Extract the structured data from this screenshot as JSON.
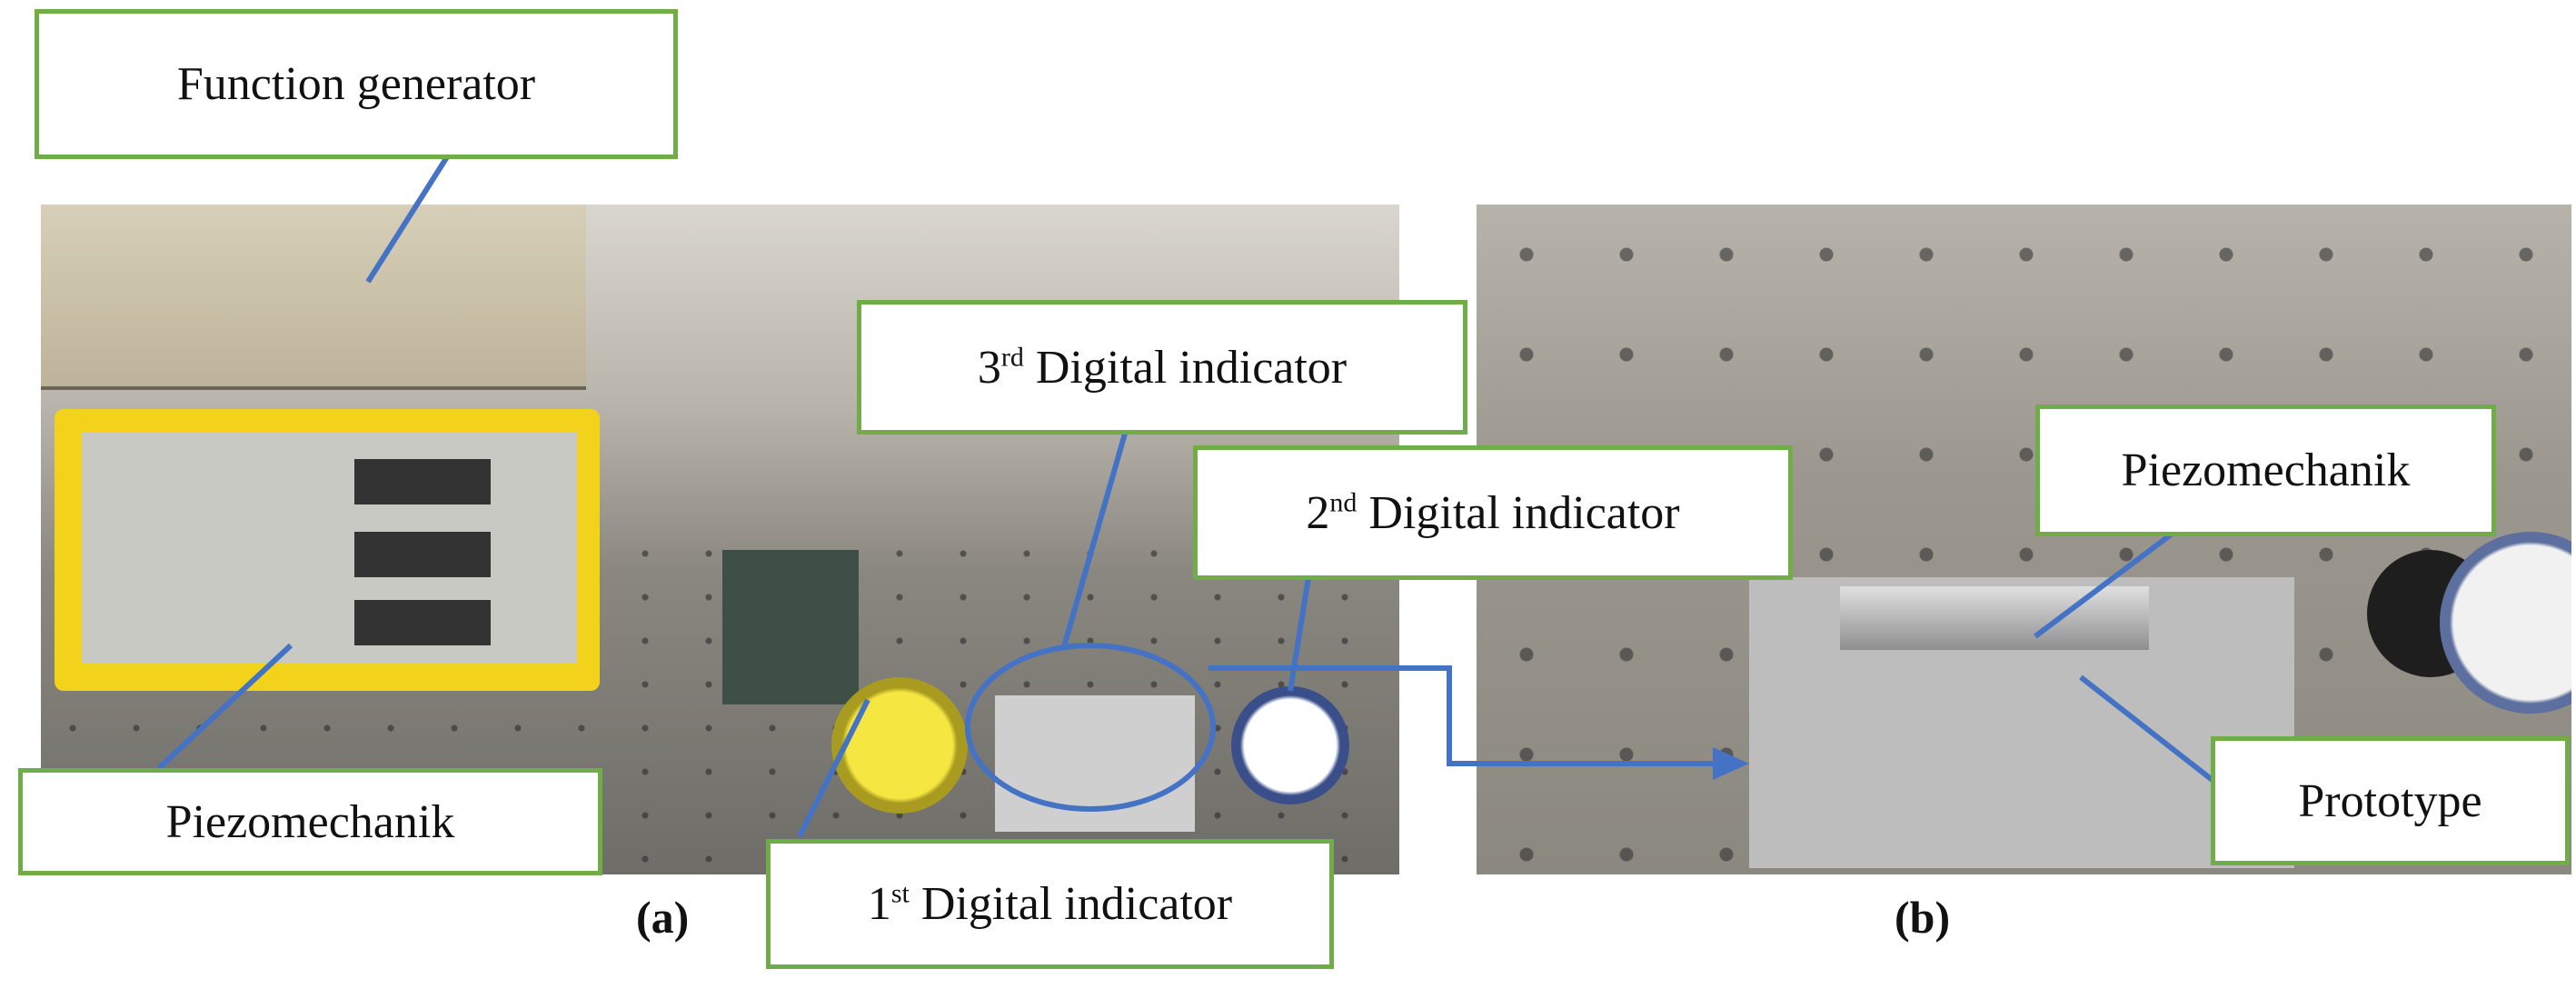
{
  "labels": {
    "function_generator": "Function generator",
    "piezomechanik_a": "Piezomechanik",
    "digital_3_sup": "rd",
    "digital_3_text": "Digital indicator",
    "digital_3_num": "3",
    "digital_2_num": "2",
    "digital_2_sup": "nd",
    "digital_2_text": "Digital indicator",
    "digital_1_num": "1",
    "digital_1_sup": "st",
    "digital_1_text": "Digital indicator",
    "piezomechanik_b": "Piezomechanik",
    "prototype": "Prototype"
  },
  "captions": {
    "a": "(a)",
    "b": "(b)"
  },
  "colors": {
    "box_border": "#70ad47",
    "pointer": "#4472c4"
  }
}
